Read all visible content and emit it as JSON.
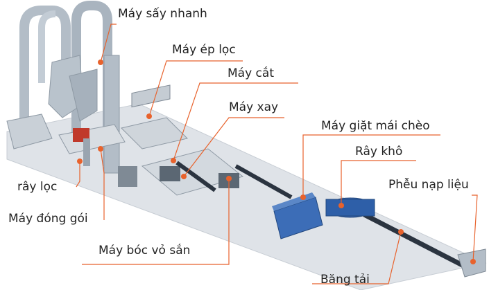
{
  "labels": {
    "may_say_nhanh": "Máy sấy nhanh",
    "may_ep_loc": "Máy ép lọc",
    "may_cat": "Máy cắt",
    "may_xay": "Máy xay",
    "may_giat_mai_cheo": "Máy giặt mái chèo",
    "ray_kho": "Rây khô",
    "pheu_nap_lieu": "Phễu nạp liệu",
    "ray_loc": "rây lọc",
    "may_dong_goi": "Máy đóng gói",
    "may_boc_vo_san": "Máy bóc vỏ sắn",
    "bang_tai": "Băng tải"
  },
  "colors": {
    "callout_line": "#e8622c",
    "callout_dot": "#e8622c",
    "machine_steel": "#a9b4bf",
    "machine_blue": "#2e5fa8",
    "belt_dark": "#2b3440",
    "red_unit": "#c0392b",
    "label_text": "#222222"
  }
}
